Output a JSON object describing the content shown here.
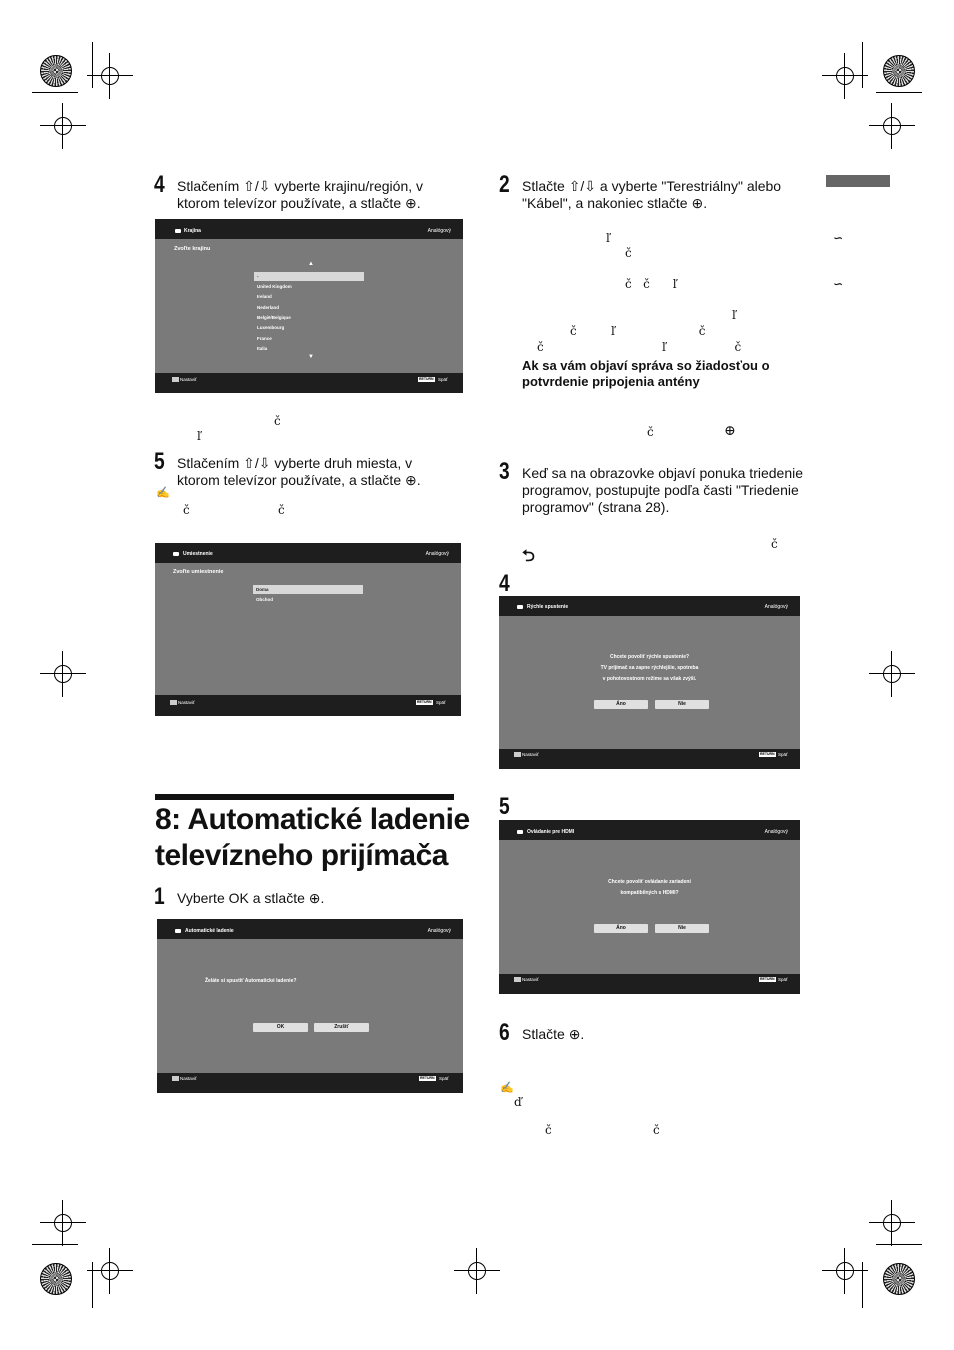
{
  "left": {
    "step4": {
      "num": "4",
      "text": "Stlačením ⇧/⇩ vyberte krajinu/región, v ktorom televízor používate, a stlačte ⊕."
    },
    "step5": {
      "num": "5",
      "text": "Stlačením ⇧/⇩ vyberte druh miesta, v ktorom televízor používate, a stlačte ⊕."
    },
    "garble_a1": "č",
    "garble_a2": "ľ",
    "garble_b1": "č",
    "garble_b2": "č",
    "note_icon": "✍",
    "section_title_line1": "8: Automatické ladenie",
    "section_title_line2": "televízneho prijímača",
    "step1": {
      "num": "1",
      "text": "Vyberte OK a stlačte ⊕."
    }
  },
  "right": {
    "step2": {
      "num": "2",
      "text": "Stlačte ⇧/⇩ a vyberte \"Terestriálny\" alebo \"Kábel\", a nakoniec stlačte ⊕."
    },
    "g1": "ľ",
    "g2": "č",
    "g3": "č   č      ľ",
    "g4": "ľ",
    "g5": "č         ľ                      č",
    "g6": "č                               ľ                  č",
    "side_mark1": "∽",
    "side_mark2": "∽",
    "bold_note": "Ak sa vám objaví správa so žiadosťou o potvrdenie pripojenia antény",
    "g7": "č",
    "g8": "⊕",
    "step3": {
      "num": "3",
      "text": "Keď sa na obrazovke objaví ponuka triedenie programov, postupujte podľa časti \"Triedenie programov\" (strana 28)."
    },
    "g9": "č",
    "return_icon": "⮌",
    "step4": {
      "num": "4"
    },
    "step5": {
      "num": "5"
    },
    "step6": {
      "num": "6",
      "text": "Stlačte ⊕."
    },
    "note_icon": "✍",
    "g10": "ď",
    "g11": "č",
    "g12": "č"
  },
  "screens": {
    "krajina": {
      "title": "Krajina",
      "mode": "Analógový",
      "prompt": "Zvoľte krajinu",
      "up": "▲",
      "down": "▼",
      "items": [
        "-",
        "United Kingdom",
        "Ireland",
        "Nederland",
        "België/Belgique",
        "Luxembourg",
        "France",
        "Italia"
      ],
      "selected_index": 0,
      "footer_left": "Nastaviť",
      "return_badge": "RETURN",
      "footer_right": "Späť"
    },
    "umiestnenie": {
      "title": "Umiestnenie",
      "mode": "Analógový",
      "prompt": "Zvoľte umiestnenie",
      "items": [
        "Doma",
        "Obchod"
      ],
      "selected_index": 0,
      "footer_left": "Nastaviť",
      "return_badge": "RETURN",
      "footer_right": "Späť"
    },
    "auto": {
      "title": "Automatické ladenie",
      "mode": "Analógový",
      "message": "Želáte si spustiť Automatické ladenie?",
      "btn_ok": "OK",
      "btn_cancel": "Zrušiť",
      "footer_left": "Nastaviť",
      "return_badge": "RETURN",
      "footer_right": "Späť"
    },
    "rychle": {
      "title": "Rýchle spustenie",
      "mode": "Analógový",
      "msg1": "Chcete povoliť rýchle spustenie?",
      "msg2": "TV prijímač sa zapne rýchlejšie, spotreba",
      "msg3": "v pohotovostnom režime sa však zvýši.",
      "btn_yes": "Áno",
      "btn_no": "Nie",
      "footer_left": "Nastaviť",
      "return_badge": "RETURN",
      "footer_right": "Späť"
    },
    "hdmi": {
      "title": "Ovládanie pre HDMI",
      "mode": "Analógový",
      "msg1": "Chcete povoliť ovládanie zariadení",
      "msg2": "kompatibilných s HDMI?",
      "btn_yes": "Áno",
      "btn_no": "Nie",
      "footer_left": "Nastaviť",
      "return_badge": "RETURN",
      "footer_right": "Späť"
    }
  }
}
